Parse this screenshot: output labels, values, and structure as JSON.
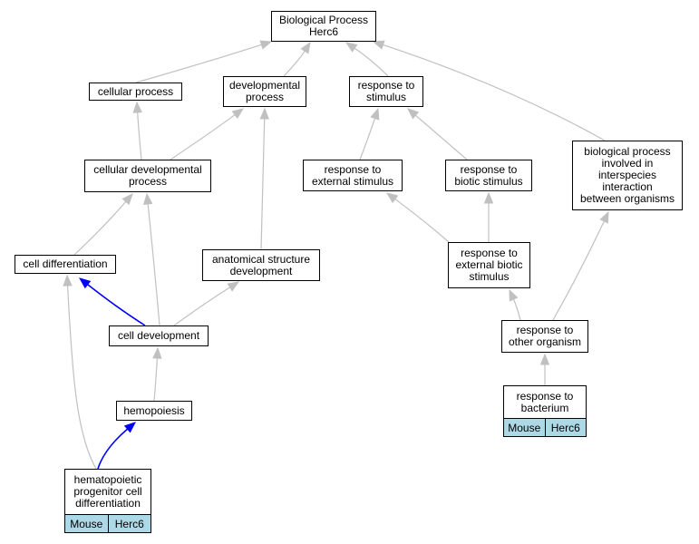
{
  "nodes": {
    "root": "Biological Process\nHerc6",
    "cellular_process": "cellular process",
    "developmental_process": "developmental\nprocess",
    "response_to_stimulus": "response to\nstimulus",
    "bp_interspecies": "biological process\ninvolved in\ninterspecies\ninteraction\nbetween organisms",
    "cellular_developmental_process": "cellular developmental\nprocess",
    "response_external_stimulus": "response to\nexternal stimulus",
    "response_biotic_stimulus": "response to\nbiotic stimulus",
    "cell_differentiation": "cell differentiation",
    "anatomical_structure_development": "anatomical structure\ndevelopment",
    "response_external_biotic_stimulus": "response to\nexternal biotic\nstimulus",
    "cell_development": "cell development",
    "response_other_organism": "response to\nother organism",
    "hemopoiesis": "hemopoiesis",
    "response_bacterium": "response to\nbacterium",
    "hpc_differentiation": "hematopoietic\nprogenitor cell\ndifferentiation"
  },
  "annotations": {
    "bacterium": {
      "species": "Mouse",
      "gene": "Herc6"
    },
    "hpc": {
      "species": "Mouse",
      "gene": "Herc6"
    }
  },
  "colors": {
    "edge": "#c0c0c0",
    "highlight_edge": "#0000ff",
    "tag_fill": "#add8e6"
  },
  "edges": [
    {
      "from": "cellular_process",
      "to": "root",
      "color": "gray"
    },
    {
      "from": "developmental_process",
      "to": "root",
      "color": "gray"
    },
    {
      "from": "response_to_stimulus",
      "to": "root",
      "color": "gray"
    },
    {
      "from": "bp_interspecies",
      "to": "root",
      "color": "gray"
    },
    {
      "from": "cellular_developmental_process",
      "to": "cellular_process",
      "color": "gray"
    },
    {
      "from": "cellular_developmental_process",
      "to": "developmental_process",
      "color": "gray"
    },
    {
      "from": "anatomical_structure_development",
      "to": "developmental_process",
      "color": "gray"
    },
    {
      "from": "response_external_stimulus",
      "to": "response_to_stimulus",
      "color": "gray"
    },
    {
      "from": "response_biotic_stimulus",
      "to": "response_to_stimulus",
      "color": "gray"
    },
    {
      "from": "cell_differentiation",
      "to": "cellular_developmental_process",
      "color": "gray"
    },
    {
      "from": "cell_development",
      "to": "cellular_developmental_process",
      "color": "gray"
    },
    {
      "from": "cell_development",
      "to": "cell_differentiation",
      "color": "blue"
    },
    {
      "from": "cell_development",
      "to": "anatomical_structure_development",
      "color": "gray"
    },
    {
      "from": "hemopoiesis",
      "to": "cell_development",
      "color": "gray"
    },
    {
      "from": "hpc_differentiation",
      "to": "hemopoiesis",
      "color": "blue"
    },
    {
      "from": "hpc_differentiation",
      "to": "cell_differentiation",
      "color": "gray"
    },
    {
      "from": "response_external_biotic_stimulus",
      "to": "response_external_stimulus",
      "color": "gray"
    },
    {
      "from": "response_external_biotic_stimulus",
      "to": "response_biotic_stimulus",
      "color": "gray"
    },
    {
      "from": "response_other_organism",
      "to": "response_external_biotic_stimulus",
      "color": "gray"
    },
    {
      "from": "response_other_organism",
      "to": "bp_interspecies",
      "color": "gray"
    },
    {
      "from": "response_bacterium",
      "to": "response_other_organism",
      "color": "gray"
    }
  ]
}
